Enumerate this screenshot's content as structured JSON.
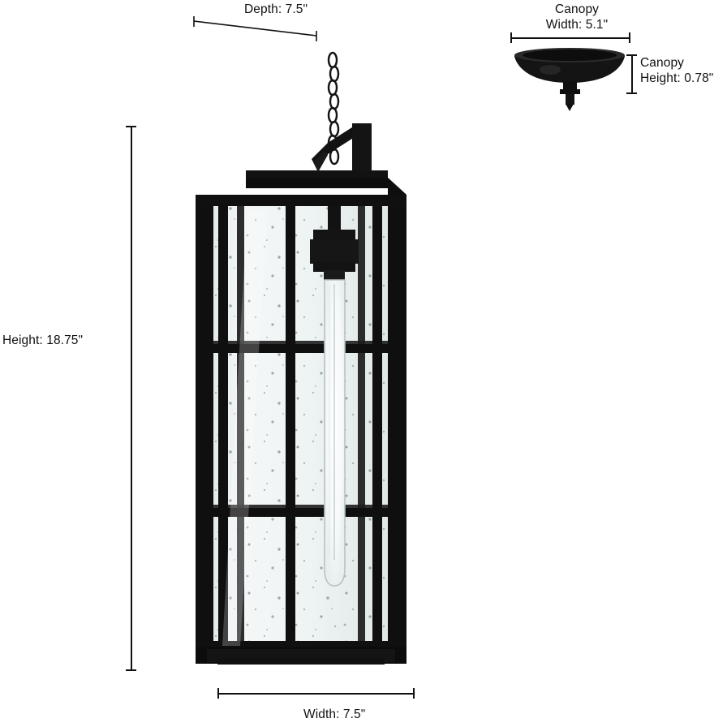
{
  "product": {
    "type": "outdoor-pendant-lantern",
    "finish_color": "#101010",
    "glass_color": "#eef2f2"
  },
  "dimensions": {
    "depth": {
      "label": "Depth: 7.5ʺ"
    },
    "canopy_width": {
      "label": "Canopy\nWidth: 5.1ʺ"
    },
    "canopy_height": {
      "label": "Canopy\nHeight: 0.78ʺ"
    },
    "height": {
      "label": "Height: 18.75ʺ"
    },
    "width": {
      "label": "Width: 7.5ʺ"
    }
  },
  "colors": {
    "line": "#111111",
    "text": "#111111",
    "background": "#ffffff"
  }
}
